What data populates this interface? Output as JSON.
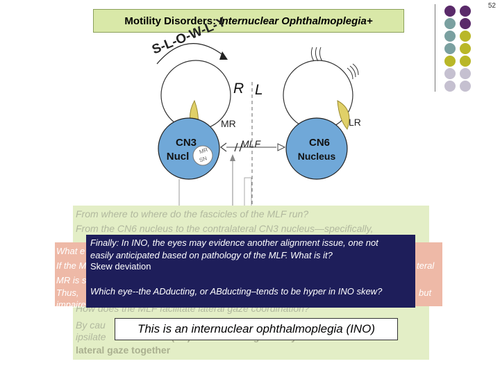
{
  "slide": {
    "page_number": "52",
    "title_prefix": "Motility Disorders: ",
    "title_italic": "Internuclear Ophthalmoplegia+"
  },
  "diagram": {
    "slowly_label": "S-L-O-W-L-Y",
    "right_label": "R",
    "left_label": "L",
    "mr_label": "MR",
    "lr_label": "LR",
    "cn3_line1": "CN3",
    "cn3_line2": "Nucl",
    "mr_sn_top": "MR",
    "mr_sn_bottom": "SN",
    "mlf_label": "MLF",
    "cn6_line1": "CN6",
    "cn6_line2": "Nucleus",
    "colors": {
      "cn_fill": "#70a8d8",
      "muscle_fill": "#e0d068",
      "title_fill": "#d9e8a8"
    }
  },
  "palette_dots": [
    "#5a2a6a",
    "#5a2a6a",
    "#7aa0a0",
    "#5a2a6a",
    "#7aa0a0",
    "#b9b728",
    "#7aa0a0",
    "#b9b728",
    "#b9b728",
    "#b9b728",
    "#c5c0d0",
    "#c5c0d0",
    "#c5c0d0",
    "#c5c0d0"
  ],
  "green_panel": {
    "line1": "From where to where do the fascicles of the MLF run?",
    "line2": "From the CN6 nucleus to the  contralateral  CN3 nucleus—specifically,",
    "line3_left": "By cau",
    "line4": "ipsilate",
    "line4_tail": "(LR) while allowing both eyes to turn into",
    "line5": "lateral gaze together",
    "hidden_question": "How does the MLF facilitate lateral gaze coordination?"
  },
  "salmon_panel": {
    "line1_left": "What e",
    "line2_left": "If the M",
    "line2_right": "teral",
    "line3_left": "MR is s",
    "line4_left": "Thus,",
    "line4_right": "but",
    "line5_left": "impaire"
  },
  "dark_box": {
    "line1": "Finally: In INO, the eyes may evidence another alignment issue, one not",
    "line2": "easily anticipated based on pathology of the MLF. What is it?",
    "line3": "Skew deviation",
    "line4": "Which eye--the ADducting, or ABducting–tends to be hyper in INO skew?"
  },
  "ino_box": {
    "text": "This is an internuclear ophthalmoplegia (INO)"
  }
}
